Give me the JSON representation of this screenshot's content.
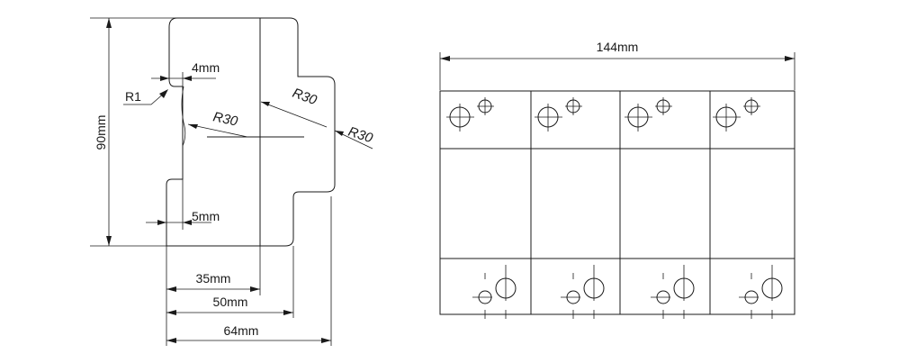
{
  "side_view": {
    "height_label": "90mm",
    "radius_small_label": "R1",
    "gap_top_label": "4mm",
    "gap_bottom_label": "5mm",
    "radius_inner_label": "R30",
    "radius_outer_label": "R30",
    "radius_right_label": "R30",
    "depth_35_label": "35mm",
    "depth_50_label": "50mm",
    "depth_64_label": "64mm"
  },
  "front_view": {
    "width_label": "144mm",
    "module_count": 4
  }
}
